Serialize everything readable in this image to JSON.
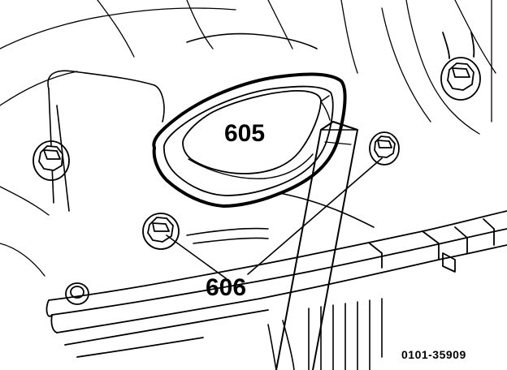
{
  "callouts": {
    "part_605": "605",
    "part_606": "606"
  },
  "figure_number": "0101-35909",
  "colors": {
    "line": "#000000",
    "fill": "#ffffff"
  }
}
